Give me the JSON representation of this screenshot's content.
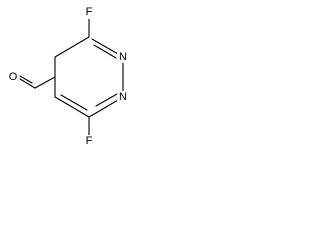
{
  "molecule": {
    "atoms": {
      "f_top": "F",
      "n_upper": "N",
      "n_lower": "N",
      "f_bottom": "F",
      "o_aldehyde": "O"
    }
  }
}
